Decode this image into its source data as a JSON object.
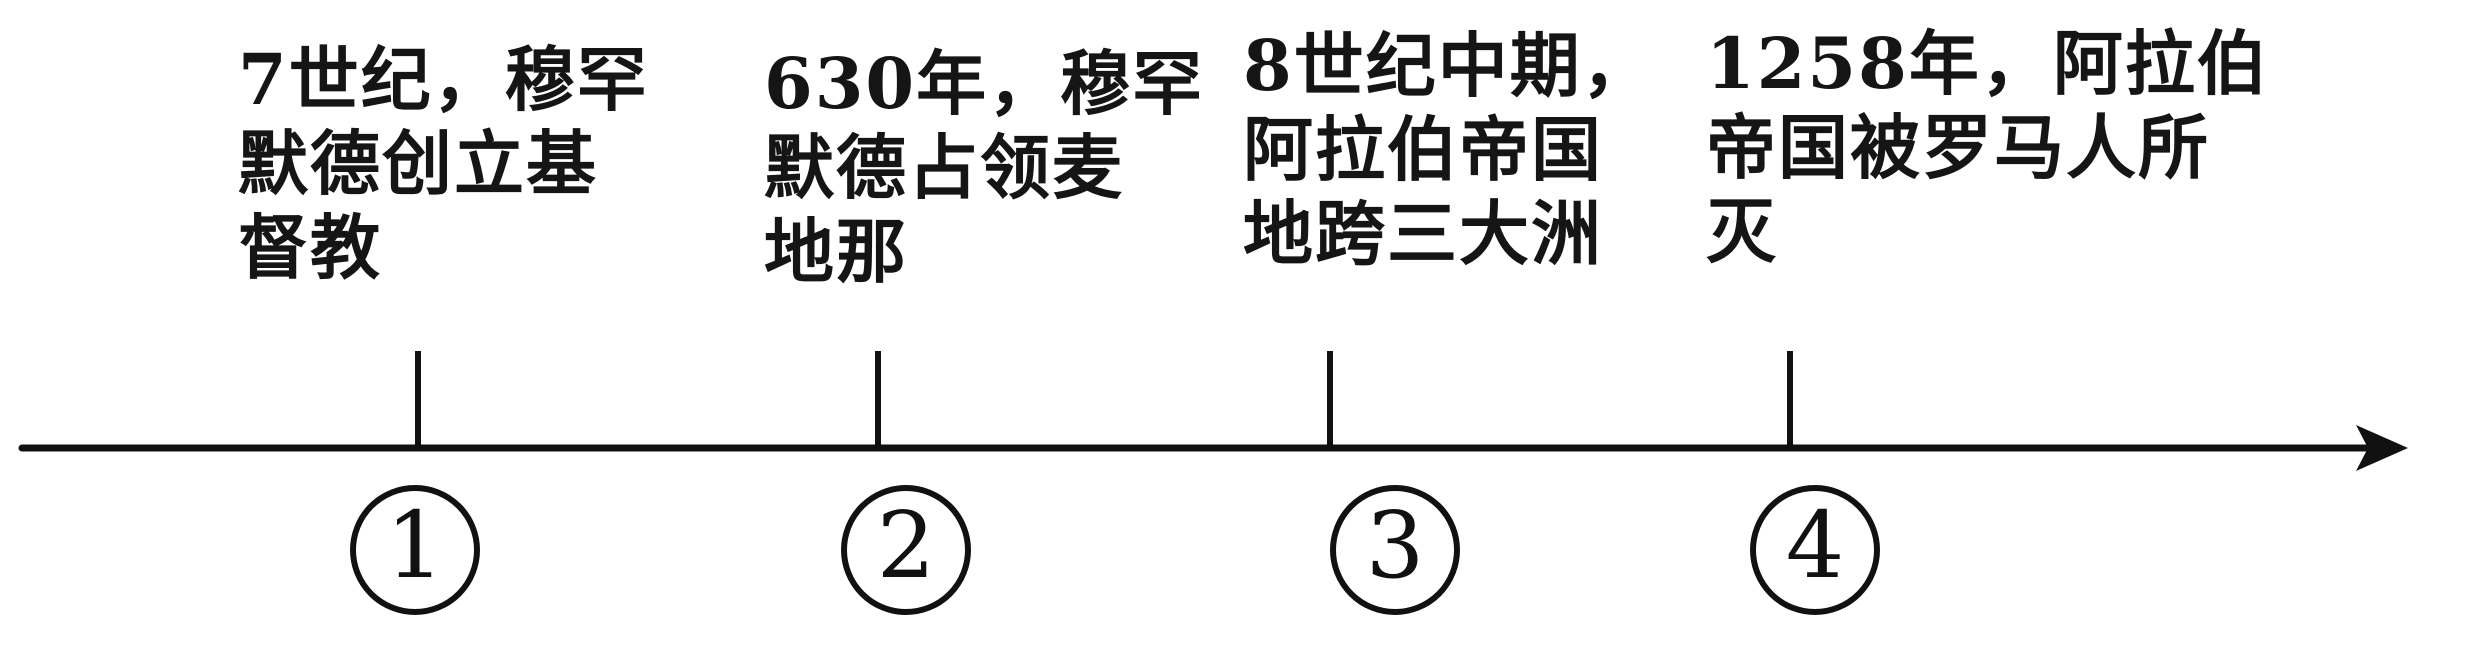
{
  "diagram": {
    "type": "timeline",
    "axis": {
      "direction": "left-to-right",
      "arrow": true,
      "color": "#111111"
    },
    "events": [
      {
        "marker": "1",
        "lines": [
          "7世纪，穆罕",
          "默德创立基",
          "督教"
        ],
        "text": "7世纪，穆罕默德创立基督教"
      },
      {
        "marker": "2",
        "lines": [
          "630年，穆罕",
          "默德占领麦",
          "地那"
        ],
        "text": "630年，穆罕默德占领麦地那"
      },
      {
        "marker": "3",
        "lines": [
          "8世纪中期，",
          "阿拉伯帝国",
          "地跨三大洲"
        ],
        "text": "8世纪中期，阿拉伯帝国地跨三大洲"
      },
      {
        "marker": "4",
        "lines": [
          "1258年，阿拉伯",
          "帝国被罗马人所",
          "灭"
        ],
        "text": "1258年，阿拉伯帝国被罗马人所灭"
      }
    ]
  }
}
